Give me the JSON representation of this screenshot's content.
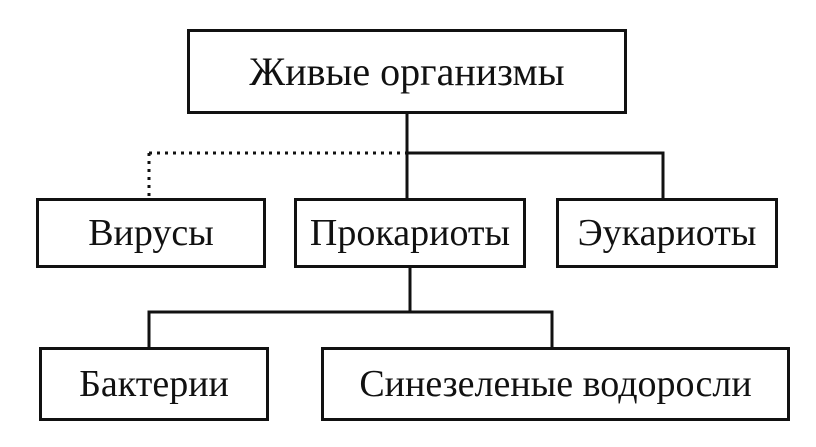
{
  "diagram": {
    "root": "Живые организмы",
    "level1": {
      "viruses": "Вирусы",
      "prokaryotes": "Прокариоты",
      "eukaryotes": "Эукариоты"
    },
    "level2": {
      "bacteria": "Бактерии",
      "cyanobacteria": "Синезеленые водоросли"
    },
    "connections": [
      {
        "from": "root",
        "to": "viruses",
        "style": "dotted"
      },
      {
        "from": "root",
        "to": "prokaryotes",
        "style": "solid"
      },
      {
        "from": "root",
        "to": "eukaryotes",
        "style": "solid"
      },
      {
        "from": "prokaryotes",
        "to": "bacteria",
        "style": "solid"
      },
      {
        "from": "prokaryotes",
        "to": "cyanobacteria",
        "style": "solid"
      }
    ],
    "colors": {
      "line": "#111111",
      "background": "#ffffff"
    }
  }
}
